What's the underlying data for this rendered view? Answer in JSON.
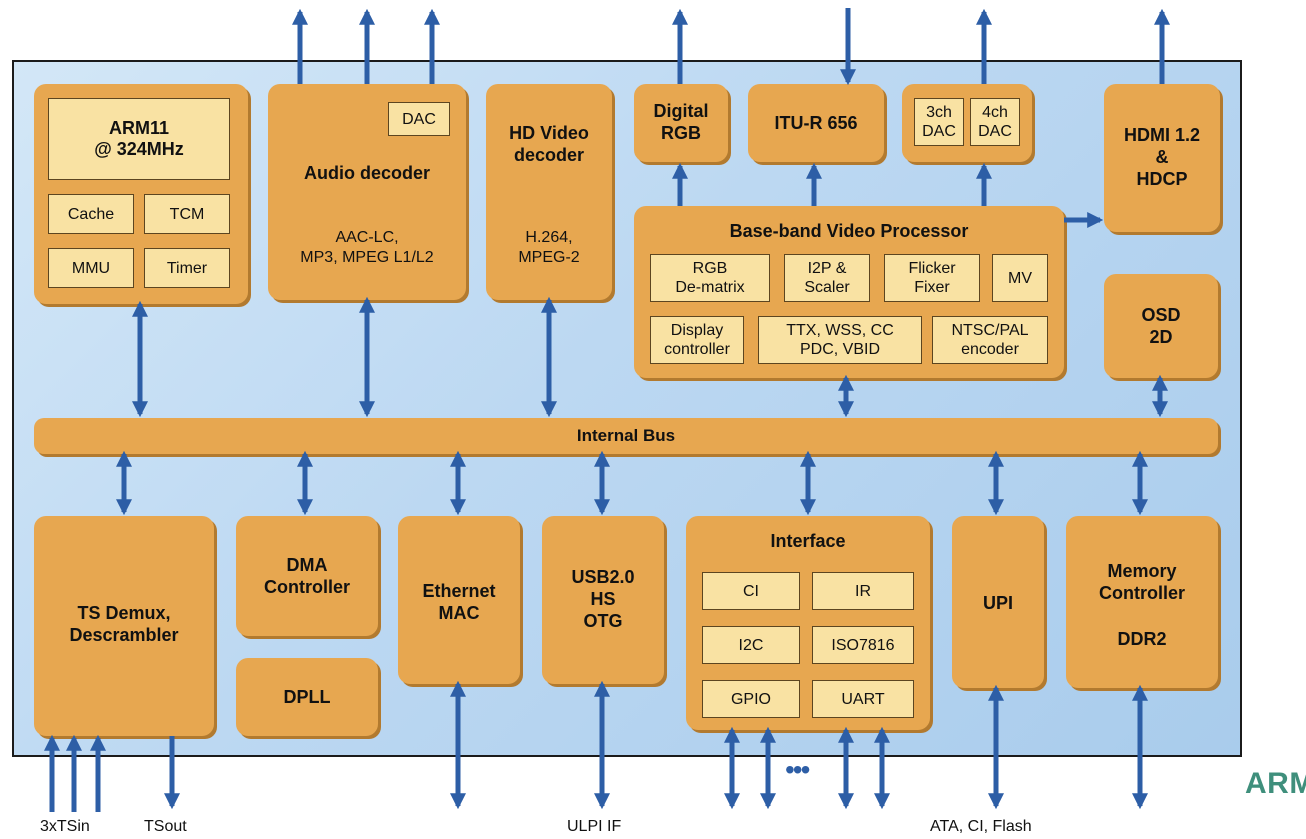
{
  "cpu": {
    "title": "ARM11\n@ 324MHz",
    "cells": [
      "Cache",
      "TCM",
      "MMU",
      "Timer"
    ]
  },
  "audio": {
    "title": "Audio decoder",
    "dac": "DAC",
    "codecs": "AAC-LC,\nMP3, MPEG L1/L2"
  },
  "video": {
    "title": "HD Video\ndecoder",
    "codecs": "H.264,\nMPEG-2"
  },
  "digital_rgb": "Digital\nRGB",
  "itu": "ITU-R 656",
  "dacs": [
    "3ch\nDAC",
    "4ch\nDAC"
  ],
  "hdmi": "HDMI 1.2\n&\nHDCP",
  "bvp": {
    "title": "Base-band Video Processor",
    "cells": [
      "RGB\nDe-matrix",
      "I2P &\nScaler",
      "Flicker\nFixer",
      "MV",
      "Display\ncontroller",
      "TTX, WSS, CC\nPDC, VBID",
      "NTSC/PAL\nencoder"
    ]
  },
  "osd": "OSD\n2D",
  "bus": "Internal Bus",
  "ts": "TS Demux,\nDescrambler",
  "dma": "DMA\nController",
  "dpll": "DPLL",
  "eth": "Ethernet\nMAC",
  "usb": "USB2.0\nHS\nOTG",
  "iface": {
    "title": "Interface",
    "cells": [
      "CI",
      "IR",
      "I2C",
      "ISO7816",
      "GPIO",
      "UART"
    ]
  },
  "upi": "UPI",
  "mem": {
    "title": "Memory\nController",
    "sub": "DDR2"
  },
  "ext": {
    "tsin": "3xTSin",
    "tsout": "TSout",
    "ulpi": "ULPI IF",
    "ata": "ATA, CI, Flash",
    "dots": "•••"
  },
  "logo": "ARM",
  "colors": {
    "block": "#e7a750",
    "cell": "#f9e2a3",
    "arrow": "#2d5ea6",
    "chip": "#bcd8f2",
    "logo": "#3f8f7c"
  }
}
